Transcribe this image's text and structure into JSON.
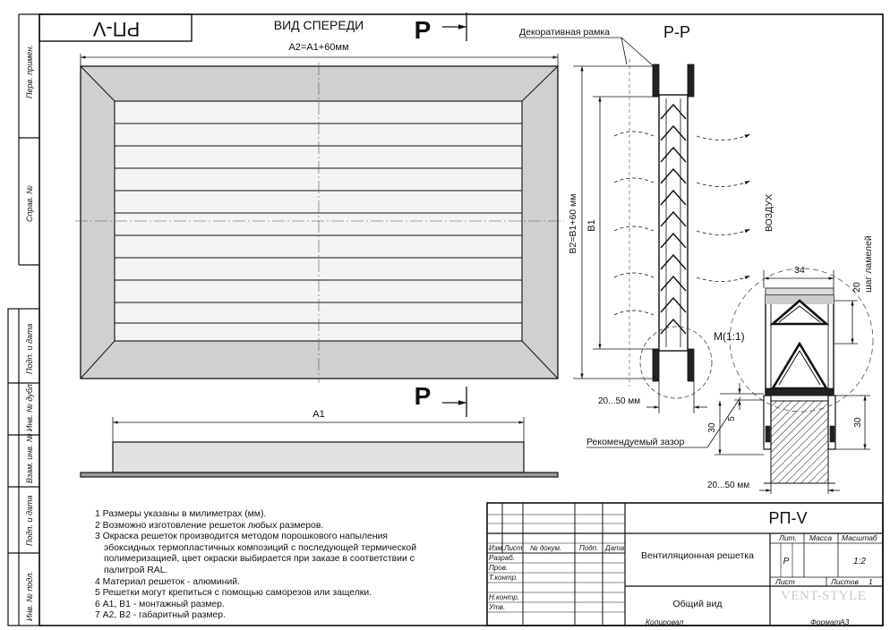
{
  "stamp_code": "РП-V",
  "front_view": {
    "title": "ВИД СПЕРЕДИ",
    "section_mark": "P",
    "dim_top": "A2=A1+60мм",
    "dim_a1": "A1",
    "bottom_section_mark": "P"
  },
  "section_view": {
    "title": "P-P",
    "decor_frame_label": "Декоративная рамка",
    "dim_b2": "B2=B1+60 мм",
    "dim_b1": "B1",
    "air_label": "ВОЗДУХ",
    "dim_depth": "20...50 мм",
    "detail_label": "М(1:1)",
    "gap_label": "Рекомендуемый зазор"
  },
  "detail_view": {
    "dim_width": "34",
    "dim_pitch": "20",
    "pitch_label": "шаг ламелей",
    "dim_gap": "5",
    "dim_left_height": "30",
    "dim_right_height": "30",
    "dim_depth": "20...50 мм"
  },
  "side_stamp_labels": [
    "Перв. примен.",
    "Справ. №",
    "Подп. и дата",
    "Инв. № дубл.",
    "Взам. инв. №",
    "Подп. и дата",
    "Инв. № подл."
  ],
  "notes": [
    "1  Размеры указаны в милиметрах (мм).",
    "2  Возможно изготовление решеток любых размеров.",
    "3  Окраска решеток производится методом порошкового напыления",
    "эбоксидных термопластичных композиций с последующей термической",
    "полимеризацией, цвет окраски выбирается при заказе в соответствии с",
    "палитрой RAL.",
    "4  Материал решеток - алюминий.",
    "5  Решетки могут крепиться с помощью саморезов или защелки.",
    "6  А1, В1 - монтажный размер.",
    "7  А2, В2 - габаритный размер."
  ],
  "title_block": {
    "code": "РП-V",
    "name": "Вентиляционная решетка",
    "view": "Общий вид",
    "cols": [
      "Изм.",
      "Лист",
      "№ докум.",
      "Подп.",
      "Дата"
    ],
    "rows": [
      "Разраб.",
      "Пров.",
      "Т.контр.",
      "",
      "Н.контр.",
      "Утв."
    ],
    "lit_label": "Лит.",
    "mass_label": "Масса",
    "scale_label": "Масштаб",
    "lit_value": "Р",
    "scale_value": "1:2",
    "sheet_label": "Лист",
    "sheets_label": "Листов",
    "sheets_value": "1",
    "copied": "Копировал",
    "format_label": "Формат",
    "format_value": "А3"
  },
  "watermark": "VENT-STYLE"
}
